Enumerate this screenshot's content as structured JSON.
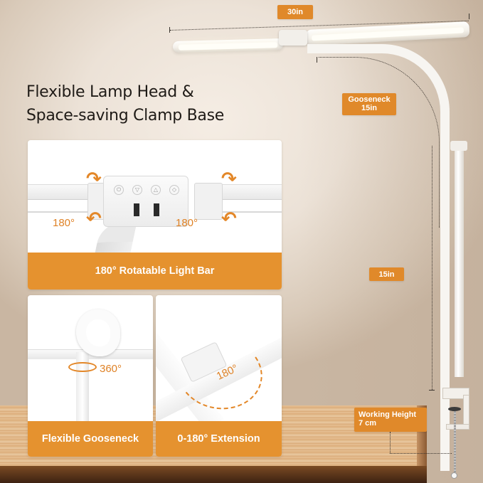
{
  "headline": {
    "line1": "Flexible Lamp Head &",
    "line2": "Space-saving Clamp Base"
  },
  "dimensions": {
    "width_label": "30in",
    "gooseneck_label_line1": "Gooseneck",
    "gooseneck_label_line2": "15in",
    "pole_label": "15in",
    "working_height_line1": "Working Height",
    "working_height_line2": "7 cm"
  },
  "panels": [
    {
      "caption": "180° Rotatable Light Bar",
      "left_angle": "180°",
      "right_angle": "180°",
      "control_icons": [
        "power-icon",
        "dim-down-icon",
        "dim-up-icon",
        "color-temp-icon"
      ]
    },
    {
      "caption": "Flexible Gooseneck",
      "angle": "360°"
    },
    {
      "caption": "0-180° Extension",
      "angle": "180°"
    }
  ],
  "colors": {
    "accent_orange": "#e5922f",
    "text_dark": "#1f1b17",
    "background_beige": "#ece2d7"
  }
}
